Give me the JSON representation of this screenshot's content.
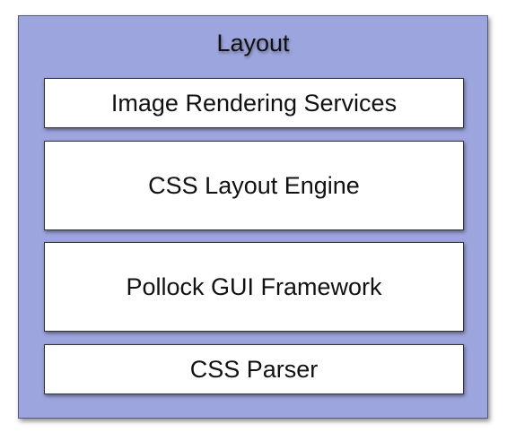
{
  "diagram": {
    "container_label": "Layout",
    "colors": {
      "container_fill": "#9da5de",
      "layer_fill": "#ffffff",
      "border": "#333333"
    },
    "layers": [
      {
        "label": "Image Rendering Services"
      },
      {
        "label": "CSS Layout Engine"
      },
      {
        "label": "Pollock GUI Framework"
      },
      {
        "label": "CSS Parser"
      }
    ]
  }
}
